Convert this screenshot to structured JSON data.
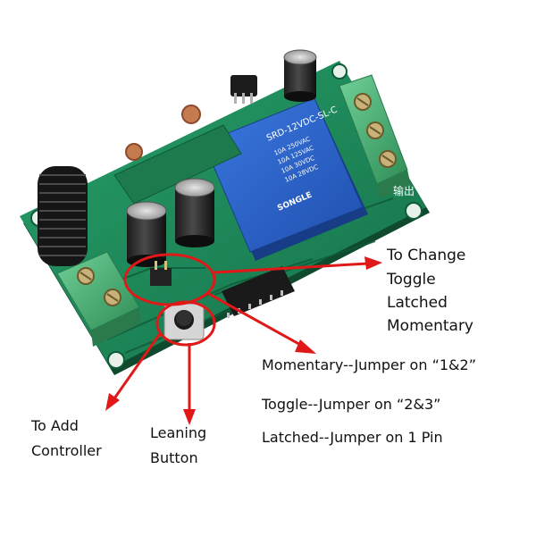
{
  "labels": {
    "change_line1": "To Change",
    "change_line2": "Toggle",
    "change_line3": "Latched",
    "change_line4": "Momentary",
    "rule_momentary": "Momentary--Jumper on “1&2”",
    "rule_toggle": "Toggle--Jumper on “2&3”",
    "rule_latched": "Latched--Jumper on 1 Pin",
    "add_line1": "To Add",
    "add_line2": "Controller",
    "button_line1": "Leaning",
    "button_line2": "Button"
  },
  "board_text": {
    "relay_model": "SRD-12VDC-SL-C",
    "relay_brand": "SONGLE",
    "relay_rating1": "10A 250VAC",
    "relay_rating2": "10A 125VAC",
    "relay_rating3": "10A 30VDC",
    "relay_rating4": "10A 28VDC",
    "output_label": "输出"
  },
  "colors": {
    "pcb_green": "#1e8a5a",
    "pcb_dark": "#14633f",
    "relay_blue": "#2a63c9",
    "terminal_green": "#4fb37a",
    "arrow_red": "#e01818",
    "background": "#ffffff"
  }
}
